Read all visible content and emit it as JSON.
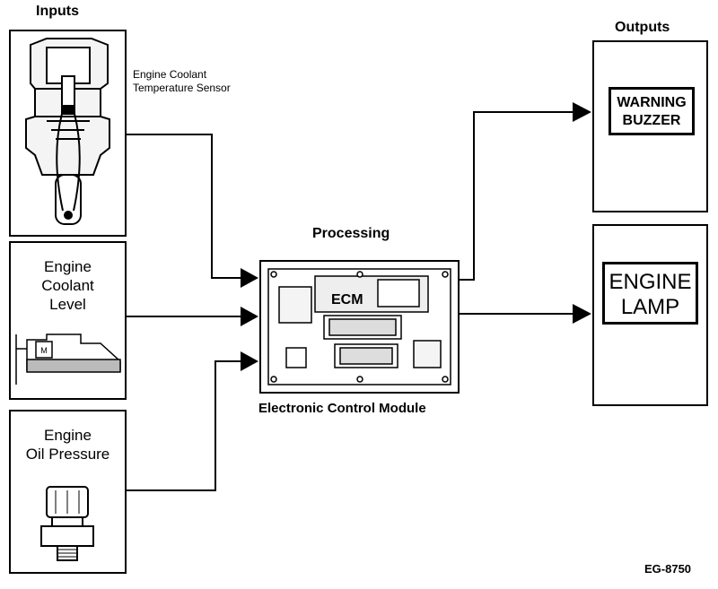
{
  "headings": {
    "inputs": "Inputs",
    "processing": "Processing",
    "outputs": "Outputs"
  },
  "inputs": {
    "coolant_temp_sensor": "Engine Coolant Temperature Sensor",
    "coolant_level": [
      "Engine",
      "Coolant",
      "Level"
    ],
    "coolant_level_motor": "M",
    "oil_pressure": [
      "Engine",
      "Oil Pressure"
    ]
  },
  "processing": {
    "ecm_label": "ECM",
    "module_caption": "Electronic Control Module"
  },
  "outputs": {
    "warning_buzzer": [
      "WARNING",
      "BUZZER"
    ],
    "engine_lamp": [
      "ENGINE",
      "LAMP"
    ]
  },
  "figure_id": "EG-8750"
}
